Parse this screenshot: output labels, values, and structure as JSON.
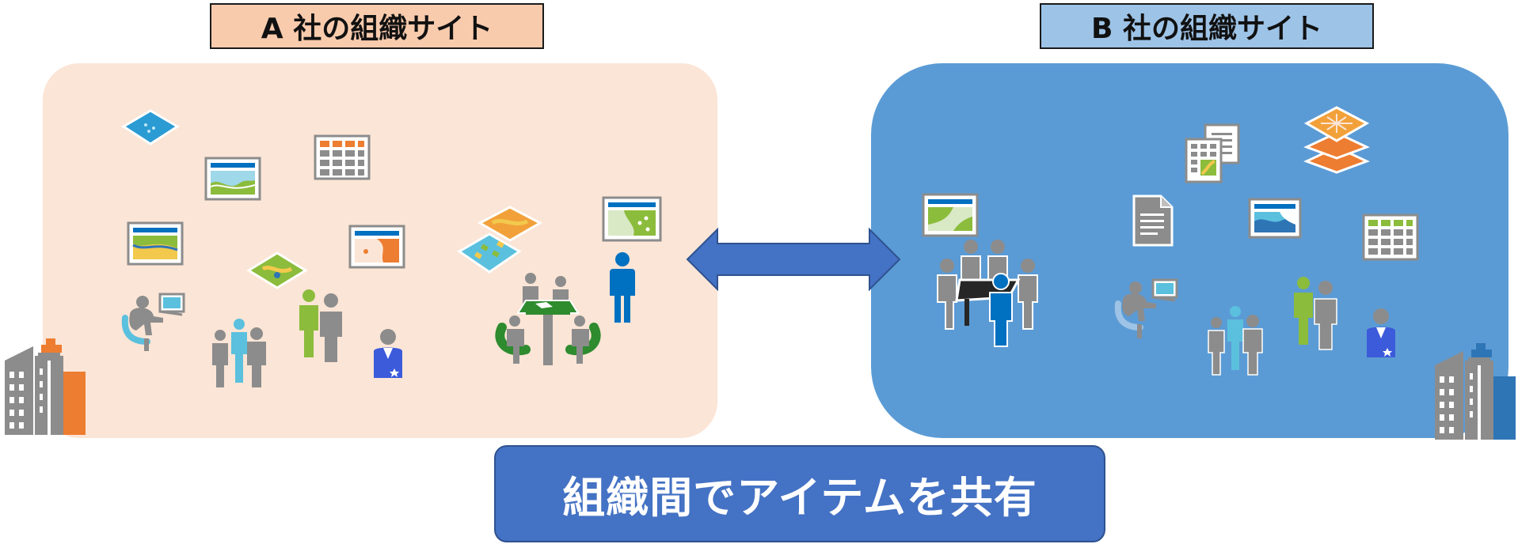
{
  "org_a": {
    "title": "A 社の組織サイト",
    "color": "#f8cbad",
    "panel_color": "#fbe5d6",
    "accent": "#ed7d31"
  },
  "org_b": {
    "title": "B 社の組織サイト",
    "color": "#9dc3e6",
    "panel_color": "#5b9bd5",
    "accent": "#2e75b6"
  },
  "share": {
    "label": "組織間でアイテムを共有",
    "color": "#4472c4"
  },
  "icons": {
    "people_gray": "#8c8c8c",
    "people_blue": "#0070c0",
    "people_green": "#8cbc3c",
    "people_light_blue": "#5bc0de",
    "arrow": "#4472c4"
  }
}
